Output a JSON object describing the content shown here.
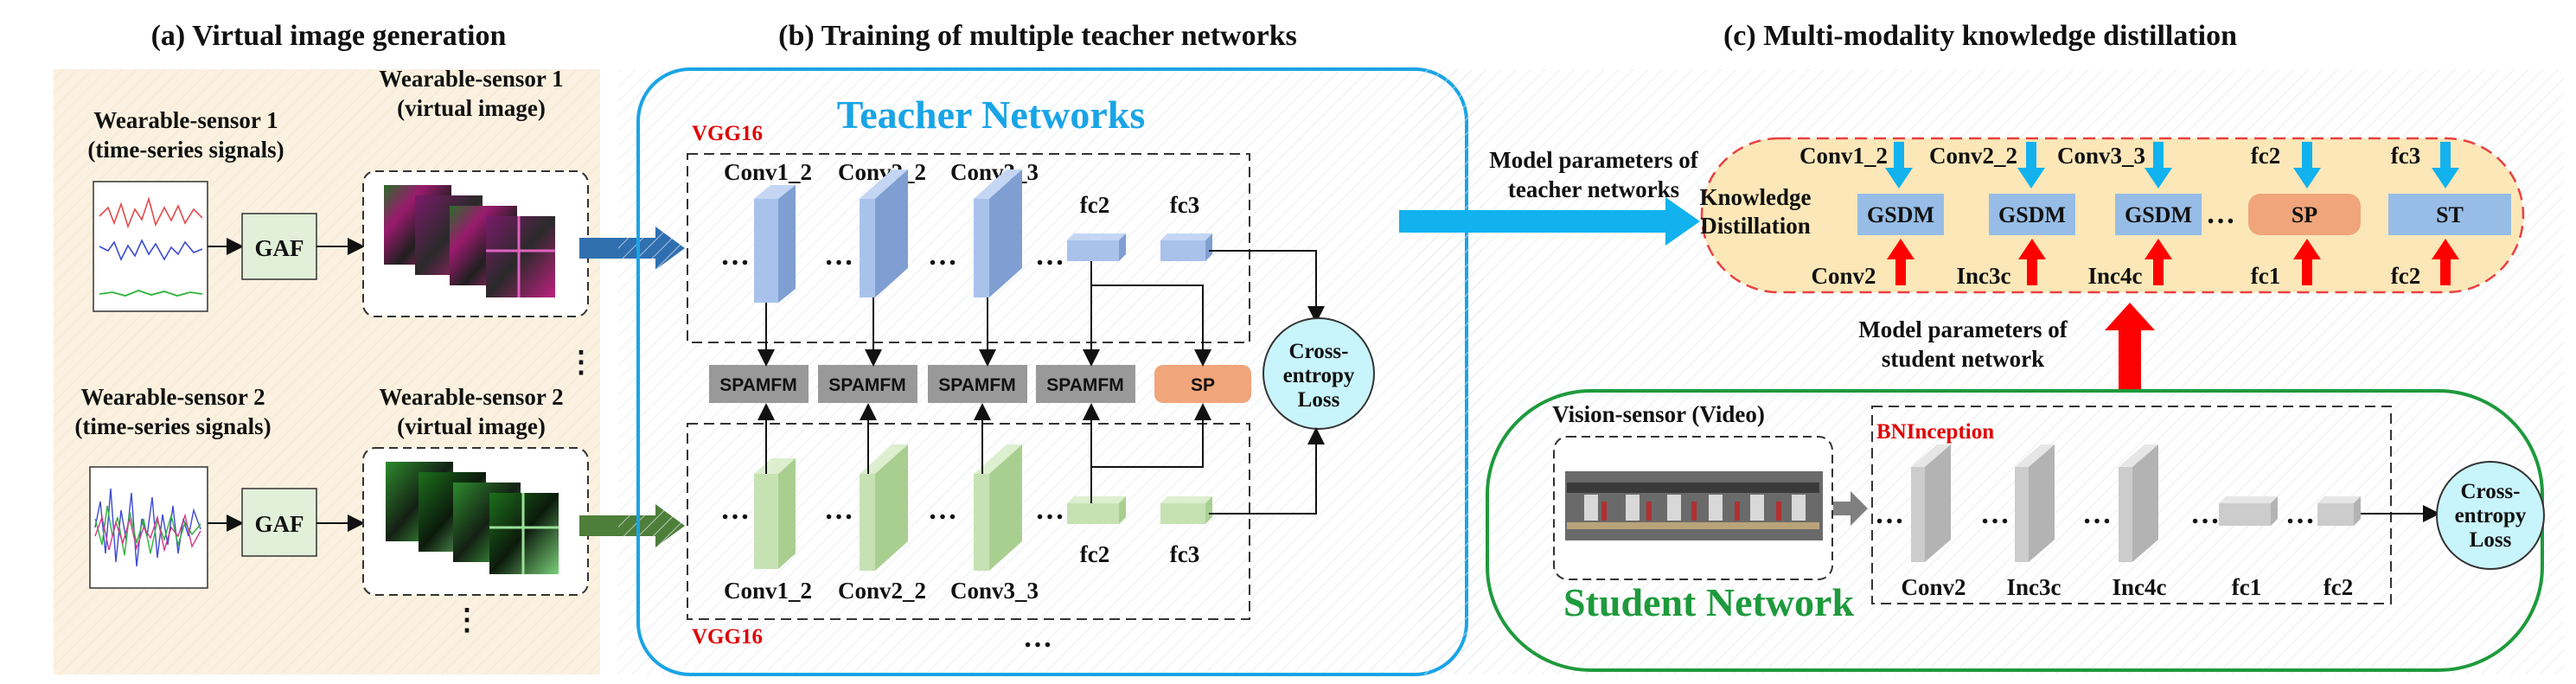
{
  "panels": {
    "a": {
      "title": "(a) Virtual image generation"
    },
    "b": {
      "title": "(b) Training of multiple teacher networks"
    },
    "c": {
      "title": "(c) Multi-modality knowledge distillation"
    }
  },
  "panel_a": {
    "sensor1_line1": "Wearable-sensor 1",
    "sensor1_line2": "(time-series signals)",
    "sensor1_virtual_line1": "Wearable-sensor 1",
    "sensor1_virtual_line2": "(virtual image)",
    "sensor2_line1": "Wearable-sensor 2",
    "sensor2_line2": "(time-series signals)",
    "sensor2_virtual_line1": "Wearable-sensor 2",
    "sensor2_virtual_line2": "(virtual image)",
    "gaf": "GAF",
    "ellipsis": "⋮"
  },
  "panel_b": {
    "teacher_title": "Teacher Networks",
    "vgg_top": "VGG16",
    "vgg_bottom": "VGG16",
    "top_layers": [
      "Conv1_2",
      "Conv2_2",
      "Conv3_3",
      "fc2",
      "fc3"
    ],
    "bottom_layers": [
      "Conv1_2",
      "Conv2_2",
      "Conv3_3",
      "fc2",
      "fc3"
    ],
    "fusion_modules": [
      "SPAMFM",
      "SPAMFM",
      "SPAMFM",
      "SPAMFM"
    ],
    "sp": "SP",
    "loss_line1": "Cross-",
    "loss_line2": "entropy",
    "loss_line3": "Loss",
    "dots": "…"
  },
  "panel_c": {
    "model_params_teacher_line1": "Model parameters of",
    "model_params_teacher_line2": "teacher networks",
    "kd_line1": "Knowledge",
    "kd_line2": "Distillation",
    "teacher_layers": [
      "Conv1_2",
      "Conv2_2",
      "Conv3_3",
      "fc2",
      "fc3"
    ],
    "modules": [
      "GSDM",
      "GSDM",
      "GSDM",
      "SP",
      "ST"
    ],
    "student_layers": [
      "Conv2",
      "Inc3c",
      "Inc4c",
      "fc1",
      "fc2"
    ],
    "model_params_student_line1": "Model parameters of",
    "model_params_student_line2": "student network",
    "vision_sensor": "Vision-sensor (Video)",
    "bninception": "BNInception",
    "student_title": "Student Network",
    "student_net_layers": [
      "Conv2",
      "Inc3c",
      "Inc4c",
      "fc1",
      "fc2"
    ],
    "loss_line1": "Cross-",
    "loss_line2": "entropy",
    "loss_line3": "Loss"
  },
  "colors": {
    "panel_a_bg": "#fbf1e0",
    "teacher_border": "#19a4e6",
    "student_border": "#1e9a3c",
    "top_block": "#a9c2ec",
    "bottom_block": "#c6e2b3",
    "grey_block": "#cccccc",
    "spamfm": "#999999",
    "sp": "#f0a57a",
    "kd_fill": "#fbe7b8",
    "gsdm": "#97bde6",
    "loss_fill": "#c8f4fb",
    "blue_arrow": "#2f6fb0",
    "green_arrow": "#4e7f3a",
    "red_arrow": "#ff0000",
    "cyan_arrow": "#12b2ee"
  }
}
